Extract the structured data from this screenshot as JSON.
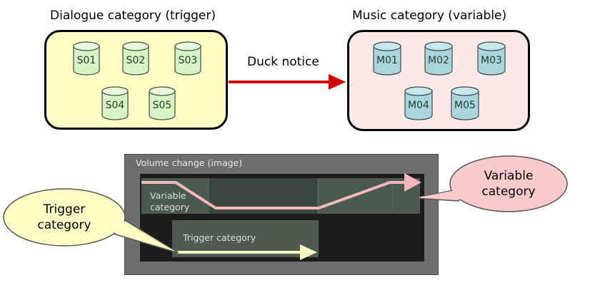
{
  "dialogue": {
    "title": "Dialogue category (trigger)",
    "cues": [
      "S01",
      "S02",
      "S03",
      "S04",
      "S05"
    ],
    "box_color": "#fdfdc4",
    "cue_color": "#d6f5c4"
  },
  "music": {
    "title": "Music category (variable)",
    "cues": [
      "M01",
      "M02",
      "M03",
      "M04",
      "M05"
    ],
    "box_color": "#fde8e8",
    "cue_color": "#a8d6dc"
  },
  "link": {
    "label": "Duck notice",
    "color": "#d40000"
  },
  "volume_panel": {
    "title": "Volume change (image)",
    "variable_lane_label_line1": "Variable",
    "variable_lane_label_line2": "category",
    "trigger_lane_label": "Trigger category"
  },
  "callouts": {
    "trigger": {
      "line1": "Trigger",
      "line2": "category",
      "color": "#fdfdc4"
    },
    "variable": {
      "line1": "Variable",
      "line2": "category",
      "color": "#f8caca"
    }
  }
}
